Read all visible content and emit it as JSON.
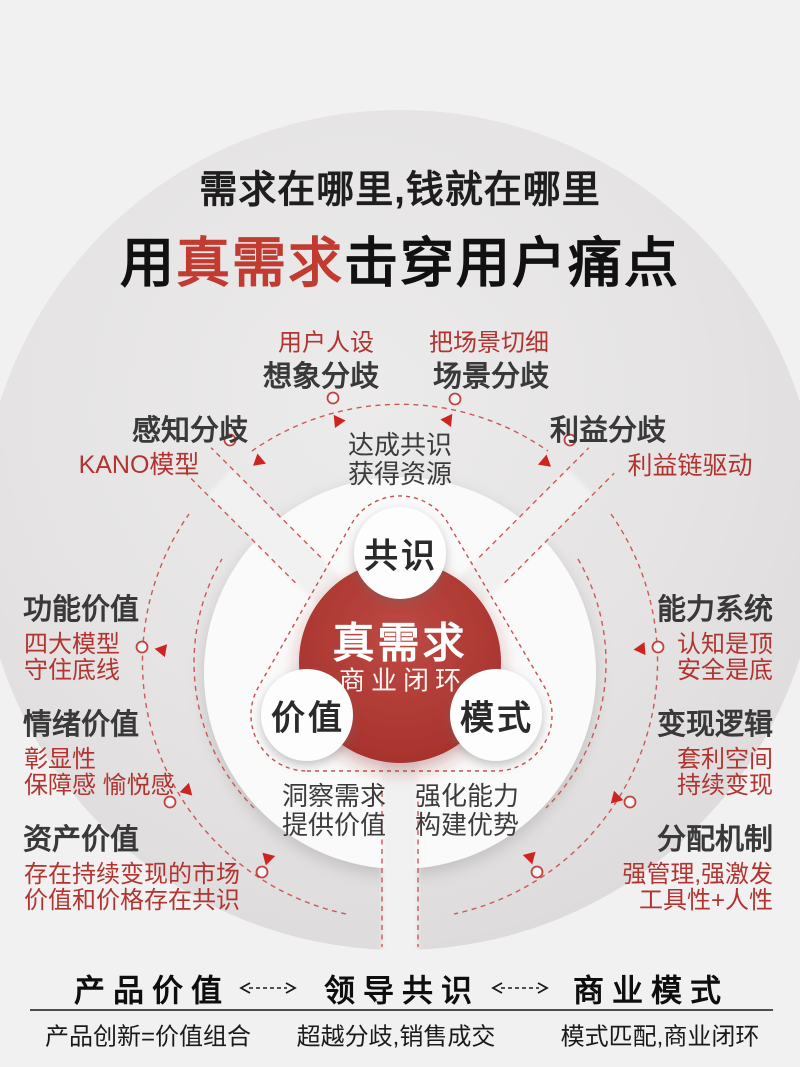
{
  "title": {
    "line1": "需求在哪里,钱就在哪里",
    "line2_prefix": "用",
    "line2_highlight": "真需求",
    "line2_suffix": "击穿用户痛点"
  },
  "top_labels": {
    "persona_tag": "用户人设",
    "imagine_divergence": "想象分歧",
    "scene_tag": "把场景切细",
    "scene_divergence": "场景分歧",
    "perception_divergence": "感知分歧",
    "perception_tag": "KANO模型",
    "interest_divergence": "利益分歧",
    "interest_tag": "利益链驱动"
  },
  "center": {
    "consensus_note_line1": "达成共识",
    "consensus_note_line2": "获得资源",
    "core_title": "真需求",
    "core_subtitle": "商业闭环",
    "node_top": "共识",
    "node_left": "价值",
    "node_right": "模式",
    "value_note_line1": "洞察需求",
    "value_note_line2": "提供价值",
    "model_note_line1": "强化能力",
    "model_note_line2": "构建优势"
  },
  "left_column": [
    {
      "title": "功能价值",
      "line1": "四大模型",
      "line2": "守住底线"
    },
    {
      "title": "情绪价值",
      "line1": "彰显性",
      "line2": "保障感 愉悦感"
    },
    {
      "title": "资产价值",
      "line1": "存在持续变现的市场",
      "line2": "价值和价格存在共识"
    }
  ],
  "right_column": [
    {
      "title": "能力系统",
      "line1": "认知是顶",
      "line2": "安全是底"
    },
    {
      "title": "变现逻辑",
      "line1": "套利空间",
      "line2": "持续变现"
    },
    {
      "title": "分配机制",
      "line1": "强管理,强激发",
      "line2": "工具性+人性"
    }
  ],
  "bottom": {
    "items": [
      {
        "title": "产品价值",
        "desc": "产品创新=价值组合"
      },
      {
        "title": "领导共识",
        "desc": "超越分歧,销售成交"
      },
      {
        "title": "商业模式",
        "desc": "模式匹配,商业闭环"
      }
    ]
  },
  "colors": {
    "background": "#f2f1f1",
    "big_circle": "#e2e0e0",
    "core_red": "#ad3531",
    "accent_red": "#b23430",
    "highlight_red": "#c13b31",
    "dark_text": "#3a3939",
    "title_black": "#121111",
    "dashed_line": "#cb5954",
    "triangle_red": "#ce2420",
    "divider": "#4f4e4e"
  }
}
